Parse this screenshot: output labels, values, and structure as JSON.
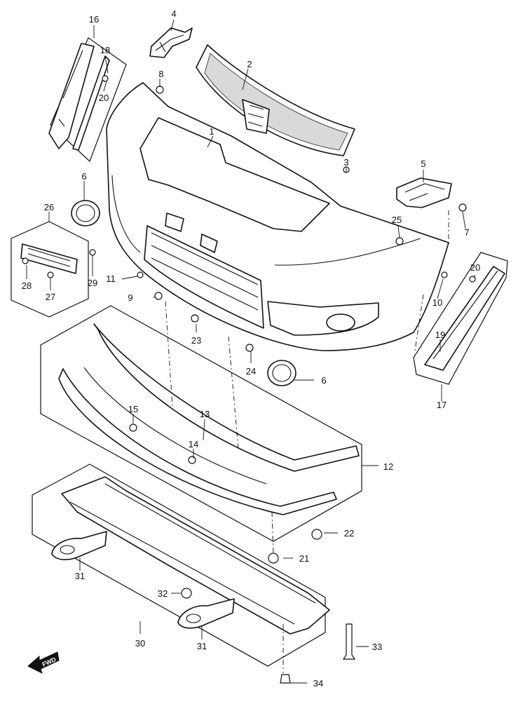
{
  "callouts": {
    "c1": "1",
    "c2": "2",
    "c3": "3",
    "c4": "4",
    "c5": "5",
    "c6a": "6",
    "c6b": "6",
    "c7": "7",
    "c8": "8",
    "c9": "9",
    "c10": "10",
    "c11": "11",
    "c12": "12",
    "c13": "13",
    "c14": "14",
    "c15": "15",
    "c16": "16",
    "c17": "17",
    "c18": "18",
    "c19": "19",
    "c20a": "20",
    "c20b": "20",
    "c21": "21",
    "c22": "22",
    "c23": "23",
    "c24": "24",
    "c25": "25",
    "c26": "26",
    "c27": "27",
    "c28": "28",
    "c29": "29",
    "c30": "30",
    "c31a": "31",
    "c31b": "31",
    "c32": "32",
    "c33": "33",
    "c34": "34"
  },
  "fwd_badge": "FWD",
  "icons": {
    "fwd": "forward-arrow-icon"
  }
}
